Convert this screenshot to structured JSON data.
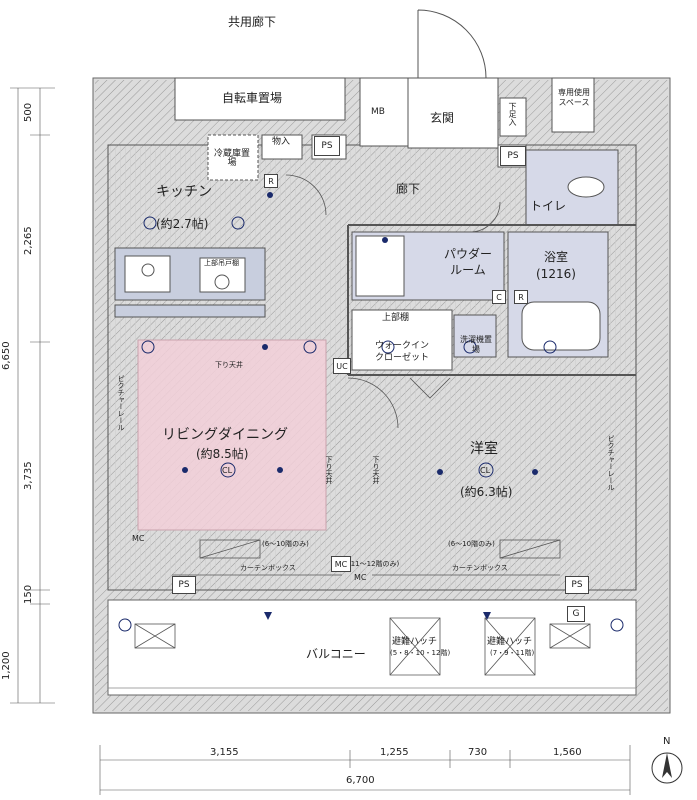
{
  "corridor_label": "共用廊下",
  "rooms": {
    "bicycle": "自転車置場",
    "mb": "MB",
    "entrance": "玄関",
    "shoe": "下足入",
    "private_space": "専用使用スペース",
    "storage": "物入",
    "fridge": "冷蔵庫置場",
    "kitchen": "キッチン",
    "kitchen_size": "(約2.7帖)",
    "hallway": "廊下",
    "toilet": "トイレ",
    "powder": "パウダールーム",
    "bath": "浴室",
    "bath_size": "(1216)",
    "upper_cabinet": "上部棚",
    "walkin": "ウォークインクローゼット",
    "washer": "洗濯機置場",
    "wall_cabinet": "上部吊戸棚",
    "living": "リビングダイニング",
    "living_size": "(約8.5帖)",
    "western": "洋室",
    "western_size": "(約6.3帖)",
    "balcony": "バルコニー",
    "hatch1": "避難ハッチ",
    "hatch1_floors": "(5・8・10・12階)",
    "hatch2": "避難ハッチ",
    "hatch2_floors": "(7・9・11階)"
  },
  "annotations": {
    "ceiling_drop": "下り天井",
    "picture_rail": "ピクチャーレール",
    "curtain_box": "カーテンボックス",
    "floors_6_10": "(6～10階のみ)",
    "floors_11_12": "(11～12階のみ)"
  },
  "symbols": {
    "ps": "PS",
    "mc": "MC",
    "uc": "UC",
    "cl": "CL",
    "c": "C",
    "r": "R",
    "g": "G"
  },
  "dimensions": {
    "left": [
      "500",
      "2,265",
      "6,650",
      "3,735",
      "150",
      "1,200"
    ],
    "bottom": [
      "3,155",
      "1,255",
      "730",
      "1,560"
    ],
    "total": "6,700"
  },
  "compass": "N"
}
